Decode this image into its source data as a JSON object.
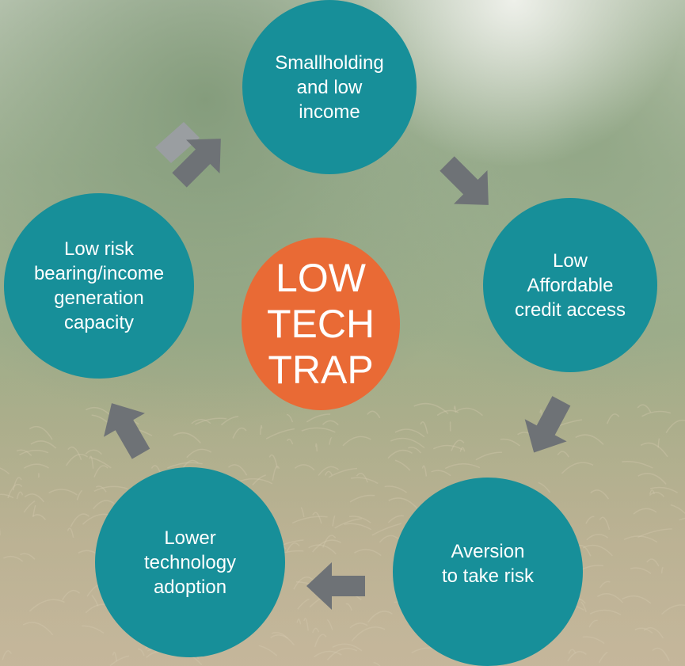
{
  "colors": {
    "node_fill": "#178f99",
    "center_fill": "#e96a35",
    "arrow_fill": "#6e7276",
    "arrow_fill_light": "#9a9ea1",
    "text": "#ffffff"
  },
  "center": {
    "label": "LOW\nTECH\nTRAP"
  },
  "cycle": [
    {
      "id": "smallholding",
      "label": "Smallholding\nand low\nincome"
    },
    {
      "id": "credit",
      "label": "Low\nAffordable\ncredit access"
    },
    {
      "id": "aversion",
      "label": "Aversion\nto take risk"
    },
    {
      "id": "technology",
      "label": "Lower\ntechnology\nadoption"
    },
    {
      "id": "risk-bearing",
      "label": "Low risk\nbearing/income\ngeneration\ncapacity"
    }
  ],
  "arrows": [
    {
      "from": "smallholding",
      "to": "credit",
      "icon": "arrow-right-down-icon"
    },
    {
      "from": "credit",
      "to": "aversion",
      "icon": "arrow-down-left-icon"
    },
    {
      "from": "aversion",
      "to": "technology",
      "icon": "arrow-left-icon"
    },
    {
      "from": "technology",
      "to": "risk-bearing",
      "icon": "arrow-up-left-icon"
    },
    {
      "from": "risk-bearing",
      "to": "smallholding",
      "icon": "arrow-up-right-icon"
    }
  ]
}
